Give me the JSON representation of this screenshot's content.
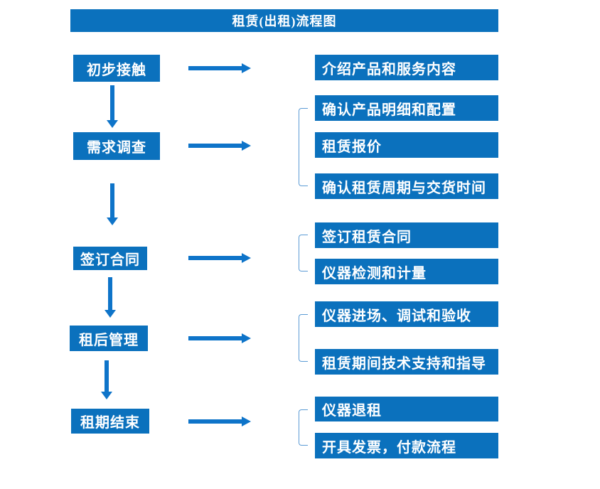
{
  "title": "租赁(出租)流程图",
  "colors": {
    "box_blue": "#0b71bd",
    "arrow_blue": "#0e74c9",
    "bracket_blue": "#5b9bd5",
    "text_white": "#ffffff",
    "background": "#ffffff"
  },
  "flow": {
    "steps": [
      {
        "label": "初步接触",
        "details": [
          "介绍产品和服务内容"
        ]
      },
      {
        "label": "需求调查",
        "details": [
          "确认产品明细和配置",
          "租赁报价",
          "确认租赁周期与交货时间"
        ]
      },
      {
        "label": "签订合同",
        "details": [
          "签订租赁合同",
          "仪器检测和计量"
        ]
      },
      {
        "label": "租后管理",
        "details": [
          "仪器进场、调试和验收",
          "租赁期间技术支持和指导"
        ]
      },
      {
        "label": "租期结束",
        "details": [
          "仪器退租",
          "开具发票，付款流程"
        ]
      }
    ]
  }
}
